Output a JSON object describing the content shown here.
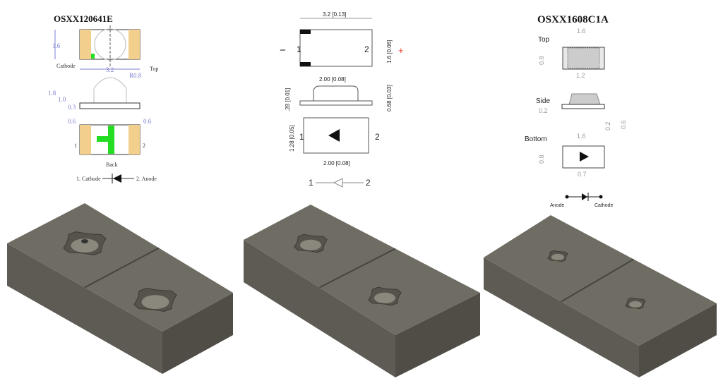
{
  "drawings": [
    {
      "title": "OSXX120641E",
      "labels": {
        "cathode": "Cathode",
        "top": "Top",
        "back": "Back",
        "pin1": "1",
        "pin2": "2",
        "legend_left": "1. Cathode",
        "legend_right": "2. Anode"
      },
      "dimensions": [
        "1.6",
        "3.2",
        "R0.8",
        "1.8",
        "1.0",
        "0.3",
        "0.6",
        "0.6"
      ]
    },
    {
      "title": "",
      "labels": {
        "minus": "−",
        "plus": "+",
        "pin1": "1",
        "pin2": "2",
        "legend_left": "1",
        "legend_right": "2"
      },
      "dimensions": [
        "3.2 [0.13]",
        "1.6 [0.06]",
        "2.00 [0.08]",
        ".28 [0.01]",
        "0.68 [0.03]",
        "1.28 [0.05]",
        "2.00 [0.08]"
      ]
    },
    {
      "title": "OSXX1608C1A",
      "labels": {
        "top": "Top",
        "side": "Side",
        "bottom": "Bottom",
        "anode": "Anode",
        "cathode": "Cathode"
      },
      "dimensions": [
        "1.6",
        "0.8",
        "1.2",
        "0.2",
        "0.2",
        "0.6",
        "1.6",
        "0.8",
        "0.7"
      ]
    }
  ],
  "colors": {
    "pad": "#f2cf8c",
    "marker": "#22dd22",
    "dim": "#7b7fd0",
    "plus": "#e03020",
    "block_top": "#6f6d63",
    "block_left": "#5d5b53",
    "block_right": "#4f4d46"
  }
}
